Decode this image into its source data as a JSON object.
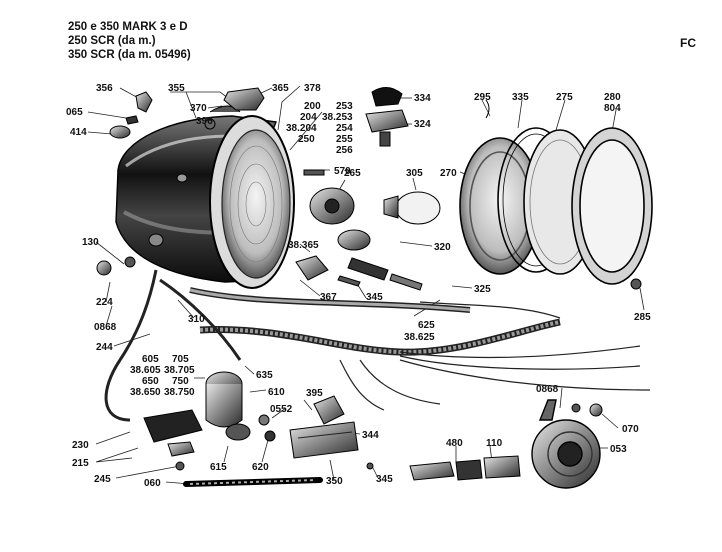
{
  "header": {
    "line1": "250 e 350 MARK 3 e D",
    "line2": "250 SCR (da m.)",
    "line3": "350 SCR (da m. 05496)",
    "code": "FC"
  },
  "part_labels": {
    "p356": "356",
    "p355": "355",
    "p365": "365",
    "p378": "378",
    "p065": "065",
    "p370": "370",
    "p396": "396",
    "p414": "414",
    "p200": "200",
    "p204": "204",
    "p38204": "38.204",
    "p250": "250",
    "p253": "253",
    "p38253": "38.253",
    "p254": "254",
    "p255": "255",
    "p256": "256",
    "p334": "334",
    "p324": "324",
    "p295": "295",
    "p335": "335",
    "p275": "275",
    "p280": "280",
    "p804": "804",
    "p570": "570",
    "p265": "265",
    "p305": "305",
    "p270": "270",
    "p38365": "38.365",
    "p320": "320",
    "p367": "367",
    "p345a": "345",
    "p325": "325",
    "p130": "130",
    "p224": "224",
    "p0868a": "0868",
    "p310": "310",
    "p625": "625",
    "p38625": "38.625",
    "p285": "285",
    "p244": "244",
    "p605": "605",
    "p38605": "38.605",
    "p650": "650",
    "p38650": "38.650",
    "p705": "705",
    "p38705": "38.705",
    "p750": "750",
    "p38750": "38.750",
    "p635": "635",
    "p610": "610",
    "p395": "395",
    "p0552": "0552",
    "p0868b": "0868",
    "p070": "070",
    "p344": "344",
    "p230": "230",
    "p215": "215",
    "p615": "615",
    "p620": "620",
    "p480": "480",
    "p110": "110",
    "p053": "053",
    "p245": "245",
    "p060": "060",
    "p350": "350",
    "p345b": "345"
  }
}
